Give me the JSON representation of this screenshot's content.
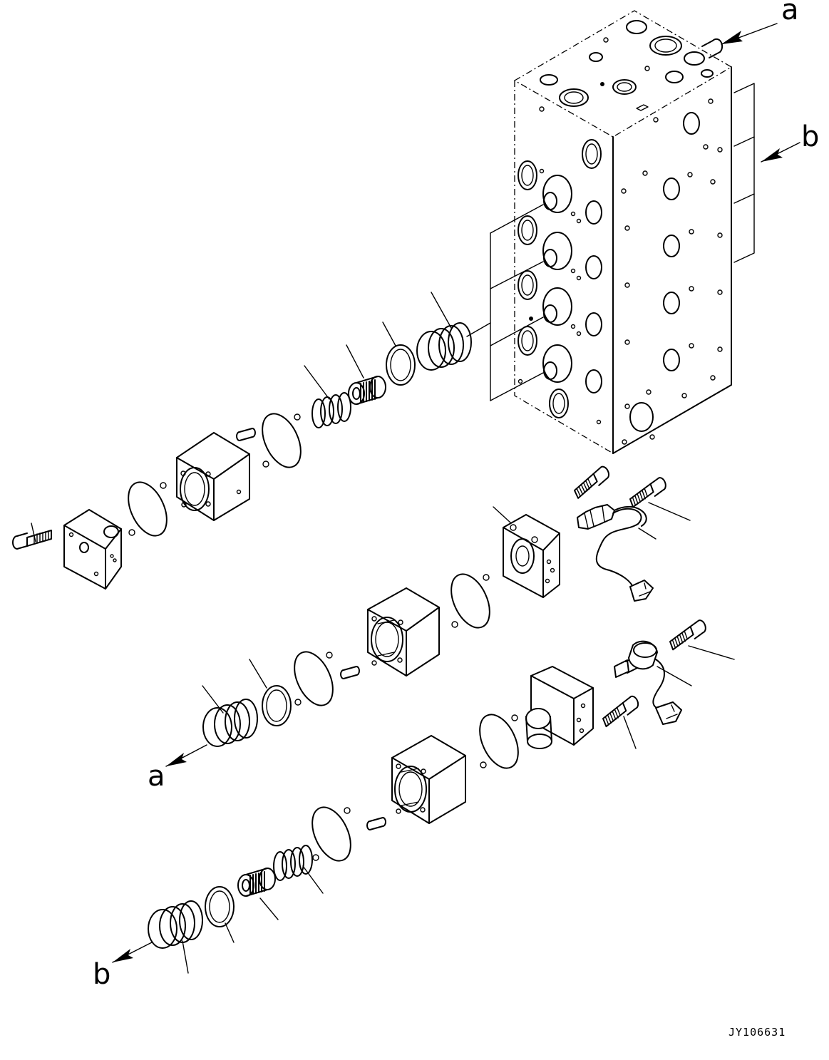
{
  "labels": {
    "a_top": "a",
    "b_top": "b",
    "a_bottom": "a",
    "b_bottom": "b"
  },
  "drawing_code": "JY106631"
}
